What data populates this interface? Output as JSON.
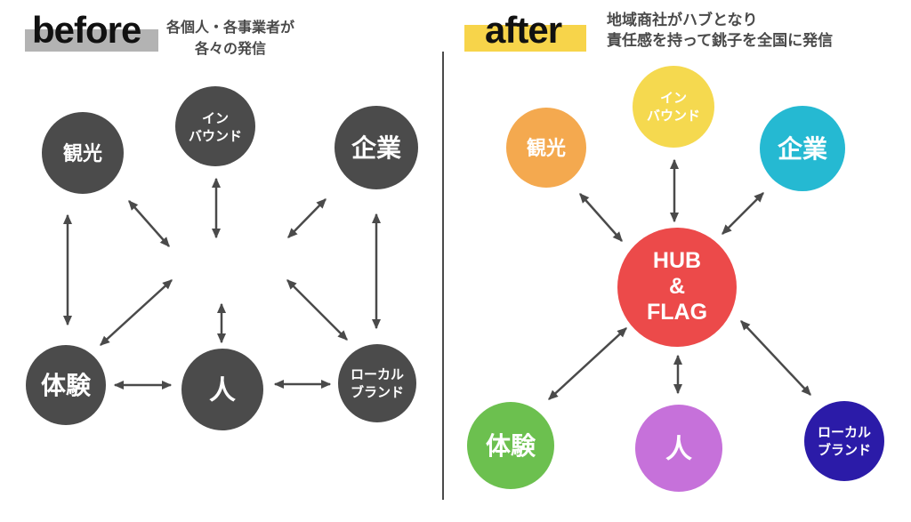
{
  "divider_color": "#4a4a4a",
  "arrow_color": "#4a4a4a",
  "label_color": "#ffffff",
  "title_color": "#111111",
  "before": {
    "title": "before",
    "highlight_color": "#b3b3b3",
    "subtitle_line1": "各個人・各事業者が",
    "subtitle_line2": "各々の発信",
    "node_color": "#4b4b4b",
    "nodes": {
      "kanko": {
        "label": "観光"
      },
      "inbound": {
        "line1": "イン",
        "line2": "バウンド"
      },
      "kigyo": {
        "label": "企業"
      },
      "taiken": {
        "label": "体験"
      },
      "hito": {
        "label": "人"
      },
      "local_brand": {
        "line1": "ローカル",
        "line2": "ブランド"
      }
    }
  },
  "after": {
    "title": "after",
    "highlight_color": "#f7d44a",
    "subtitle_line1": "地域商社がハブとなり",
    "subtitle_line2": "責任感を持って銚子を全国に発信",
    "hub": {
      "line1": "HUB",
      "line2": "&",
      "line3": "FLAG",
      "color": "#ec4a4a"
    },
    "nodes": {
      "kanko": {
        "label": "観光",
        "color": "#f4a94f"
      },
      "inbound": {
        "line1": "イン",
        "line2": "バウンド",
        "color": "#f5d94f"
      },
      "kigyo": {
        "label": "企業",
        "color": "#25b9d2"
      },
      "taiken": {
        "label": "体験",
        "color": "#6cc04f"
      },
      "hito": {
        "label": "人",
        "color": "#c671da"
      },
      "local_brand": {
        "line1": "ローカル",
        "line2": "ブランド",
        "color": "#2b1ba8"
      }
    }
  }
}
